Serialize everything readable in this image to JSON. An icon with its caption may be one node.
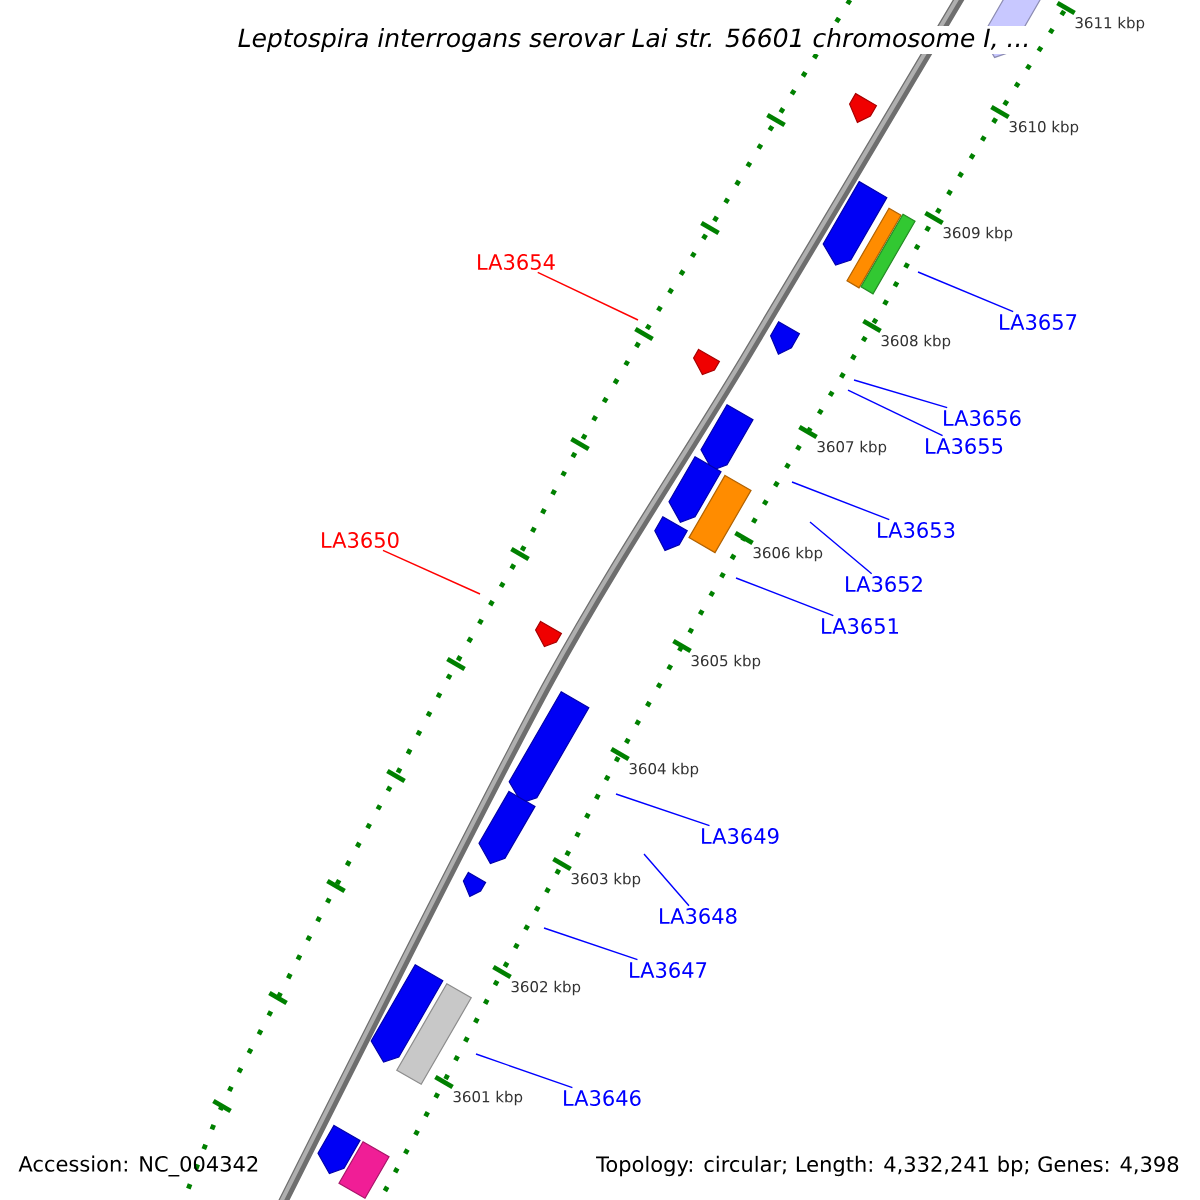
{
  "diagram": {
    "title": "Leptospira interrogans serovar Lai str. 56601 chromosome I, ...",
    "nodes": [
      {
        "text": [
          "LA3654"
        ]
      },
      {
        "text": [
          "LA3657"
        ]
      },
      {
        "text": [
          "LA3656"
        ]
      },
      {
        "text": [
          "LA3655"
        ]
      },
      {
        "text": [
          "LA3653"
        ]
      },
      {
        "text": [
          "LA3650"
        ]
      },
      {
        "text": [
          "LA3652"
        ]
      },
      {
        "text": [
          "LA3651"
        ]
      },
      {
        "text": [
          "LA3649"
        ]
      },
      {
        "text": [
          "LA3648"
        ]
      },
      {
        "text": [
          "LA3647"
        ]
      },
      {
        "text": [
          "LA3646"
        ]
      }
    ],
    "edges": [
      {
        "from": 0,
        "to": null,
        "arrow": "none",
        "color": "#ff0000"
      },
      {
        "from": 1,
        "to": null,
        "arrow": "none"
      },
      {
        "from": 2,
        "to": null,
        "arrow": "none"
      },
      {
        "from": 3,
        "to": null,
        "arrow": "none"
      },
      {
        "from": 4,
        "to": null,
        "arrow": "none"
      },
      {
        "from": 5,
        "to": null,
        "arrow": "none",
        "color": "#ff0000"
      },
      {
        "from": 6,
        "to": null,
        "arrow": "none"
      },
      {
        "from": 7,
        "to": null,
        "arrow": "none"
      },
      {
        "from": 8,
        "to": null,
        "arrow": "none"
      },
      {
        "from": 9,
        "to": null,
        "arrow": "none"
      },
      {
        "from": 10,
        "to": null,
        "arrow": "none"
      },
      {
        "from": 11,
        "to": null,
        "arrow": "none"
      }
    ],
    "labels": [
      "3611 kbp",
      "3610 kbp",
      "3609 kbp",
      "3608 kbp",
      "3607 kbp",
      "3606 kbp",
      "3605 kbp",
      "3604 kbp",
      "3603 kbp",
      "3602 kbp",
      "3601 kbp",
      "Accession: NC_004342",
      "Topology: circular; Length: 4,332,241 bp; Genes: 4,398"
    ]
  }
}
